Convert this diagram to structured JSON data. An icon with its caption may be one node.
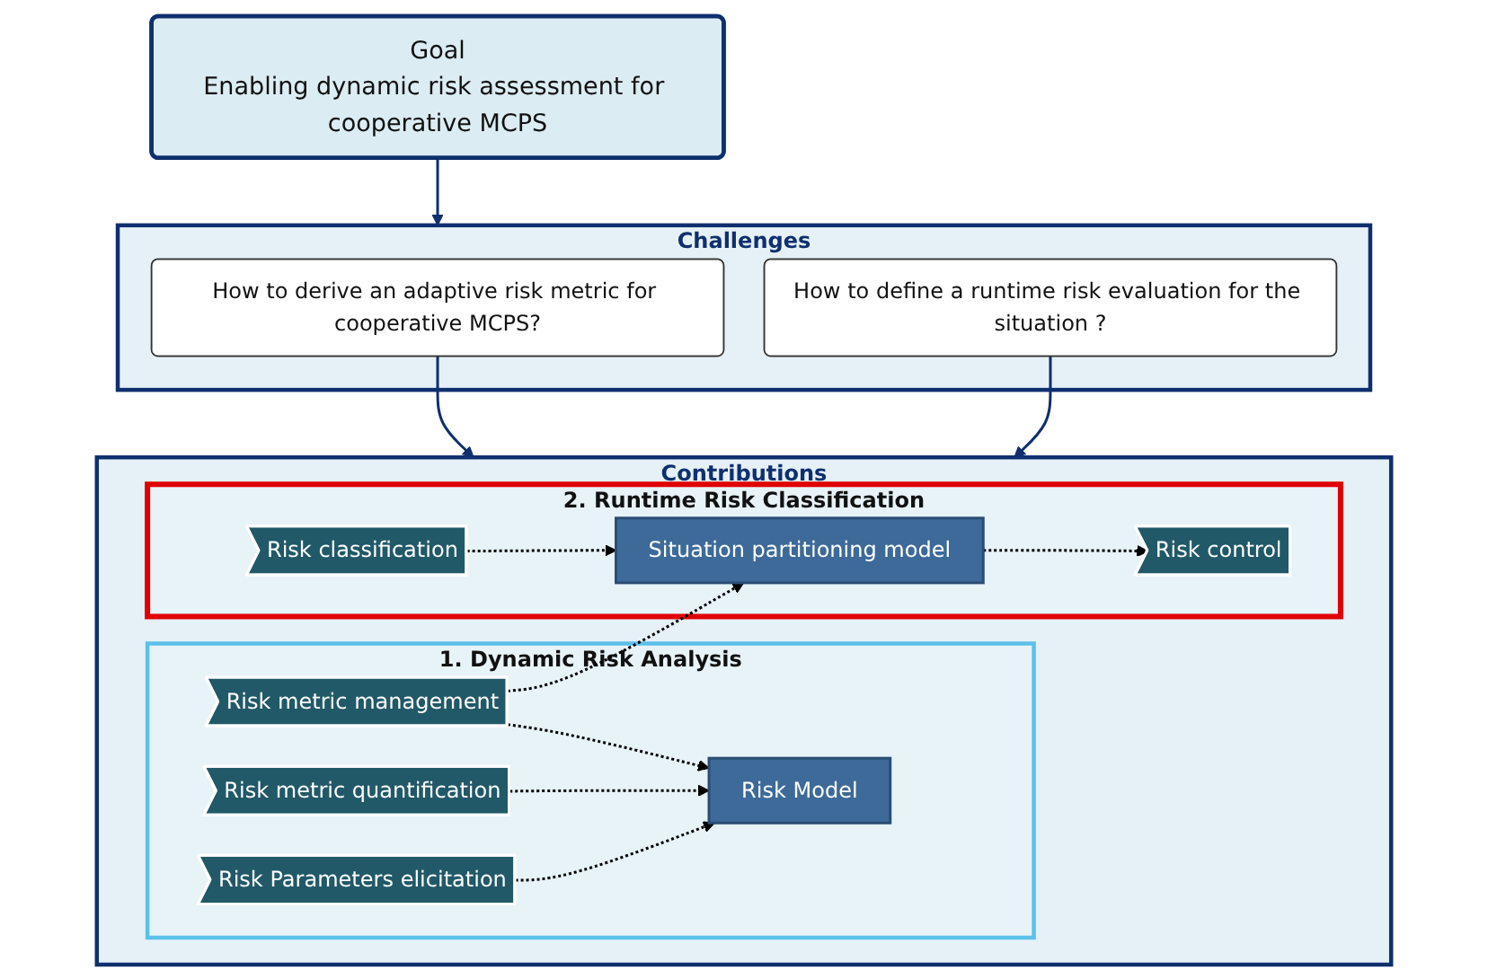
{
  "diagram": {
    "nodes": [
      {
        "text": [
          "Goal",
          "Enabling dynamic risk assessment for cooperative MCPS"
        ]
      },
      {
        "text": [
          "Challenges"
        ]
      },
      {
        "text": [
          "How to derive an adaptive risk metric for cooperative MCPS?"
        ],
        "in": 1
      },
      {
        "text": [
          "How to define a runtime risk evaluation for the situation ?"
        ],
        "in": 1
      },
      {
        "text": [
          "Contributions"
        ]
      },
      {
        "text": [
          "1. Dynamic Risk Analysis"
        ],
        "in": 4
      },
      {
        "text": [
          "2. Runtime Risk Classification"
        ],
        "in": 4
      },
      {
        "text": [
          "Risk Parameters elicitation"
        ],
        "in": 5
      },
      {
        "text": [
          "Risk metric quantification"
        ],
        "in": 5
      },
      {
        "text": [
          "Risk metric management"
        ],
        "in": 5
      },
      {
        "text": [
          "Risk Model"
        ],
        "in": 5
      },
      {
        "text": [
          "Risk classification"
        ],
        "in": 6
      },
      {
        "text": [
          "Risk control"
        ],
        "in": 6
      },
      {
        "text": [
          "Situation partitioning model"
        ],
        "in": 6
      }
    ],
    "edges": [
      {
        "from": 0,
        "to": 1,
        "arrow": "to",
        "color": "#0f2f6e"
      },
      {
        "from": 2,
        "to": 4,
        "arrow": "to",
        "color": "#0f2f6e"
      },
      {
        "from": 3,
        "to": 4,
        "arrow": "to",
        "color": "#0f2f6e"
      },
      {
        "from": 7,
        "to": 10,
        "arrow": "to",
        "style": "dashed"
      },
      {
        "from": 8,
        "to": 10,
        "arrow": "to",
        "style": "dashed"
      },
      {
        "from": 9,
        "to": 10,
        "arrow": "to",
        "style": "dashed"
      },
      {
        "from": 9,
        "to": 13,
        "arrow": "to",
        "style": "dashed"
      },
      {
        "from": 11,
        "to": 13,
        "arrow": "to",
        "style": "dashed"
      },
      {
        "from": 13,
        "to": 12,
        "arrow": "to",
        "style": "dashed"
      }
    ]
  }
}
